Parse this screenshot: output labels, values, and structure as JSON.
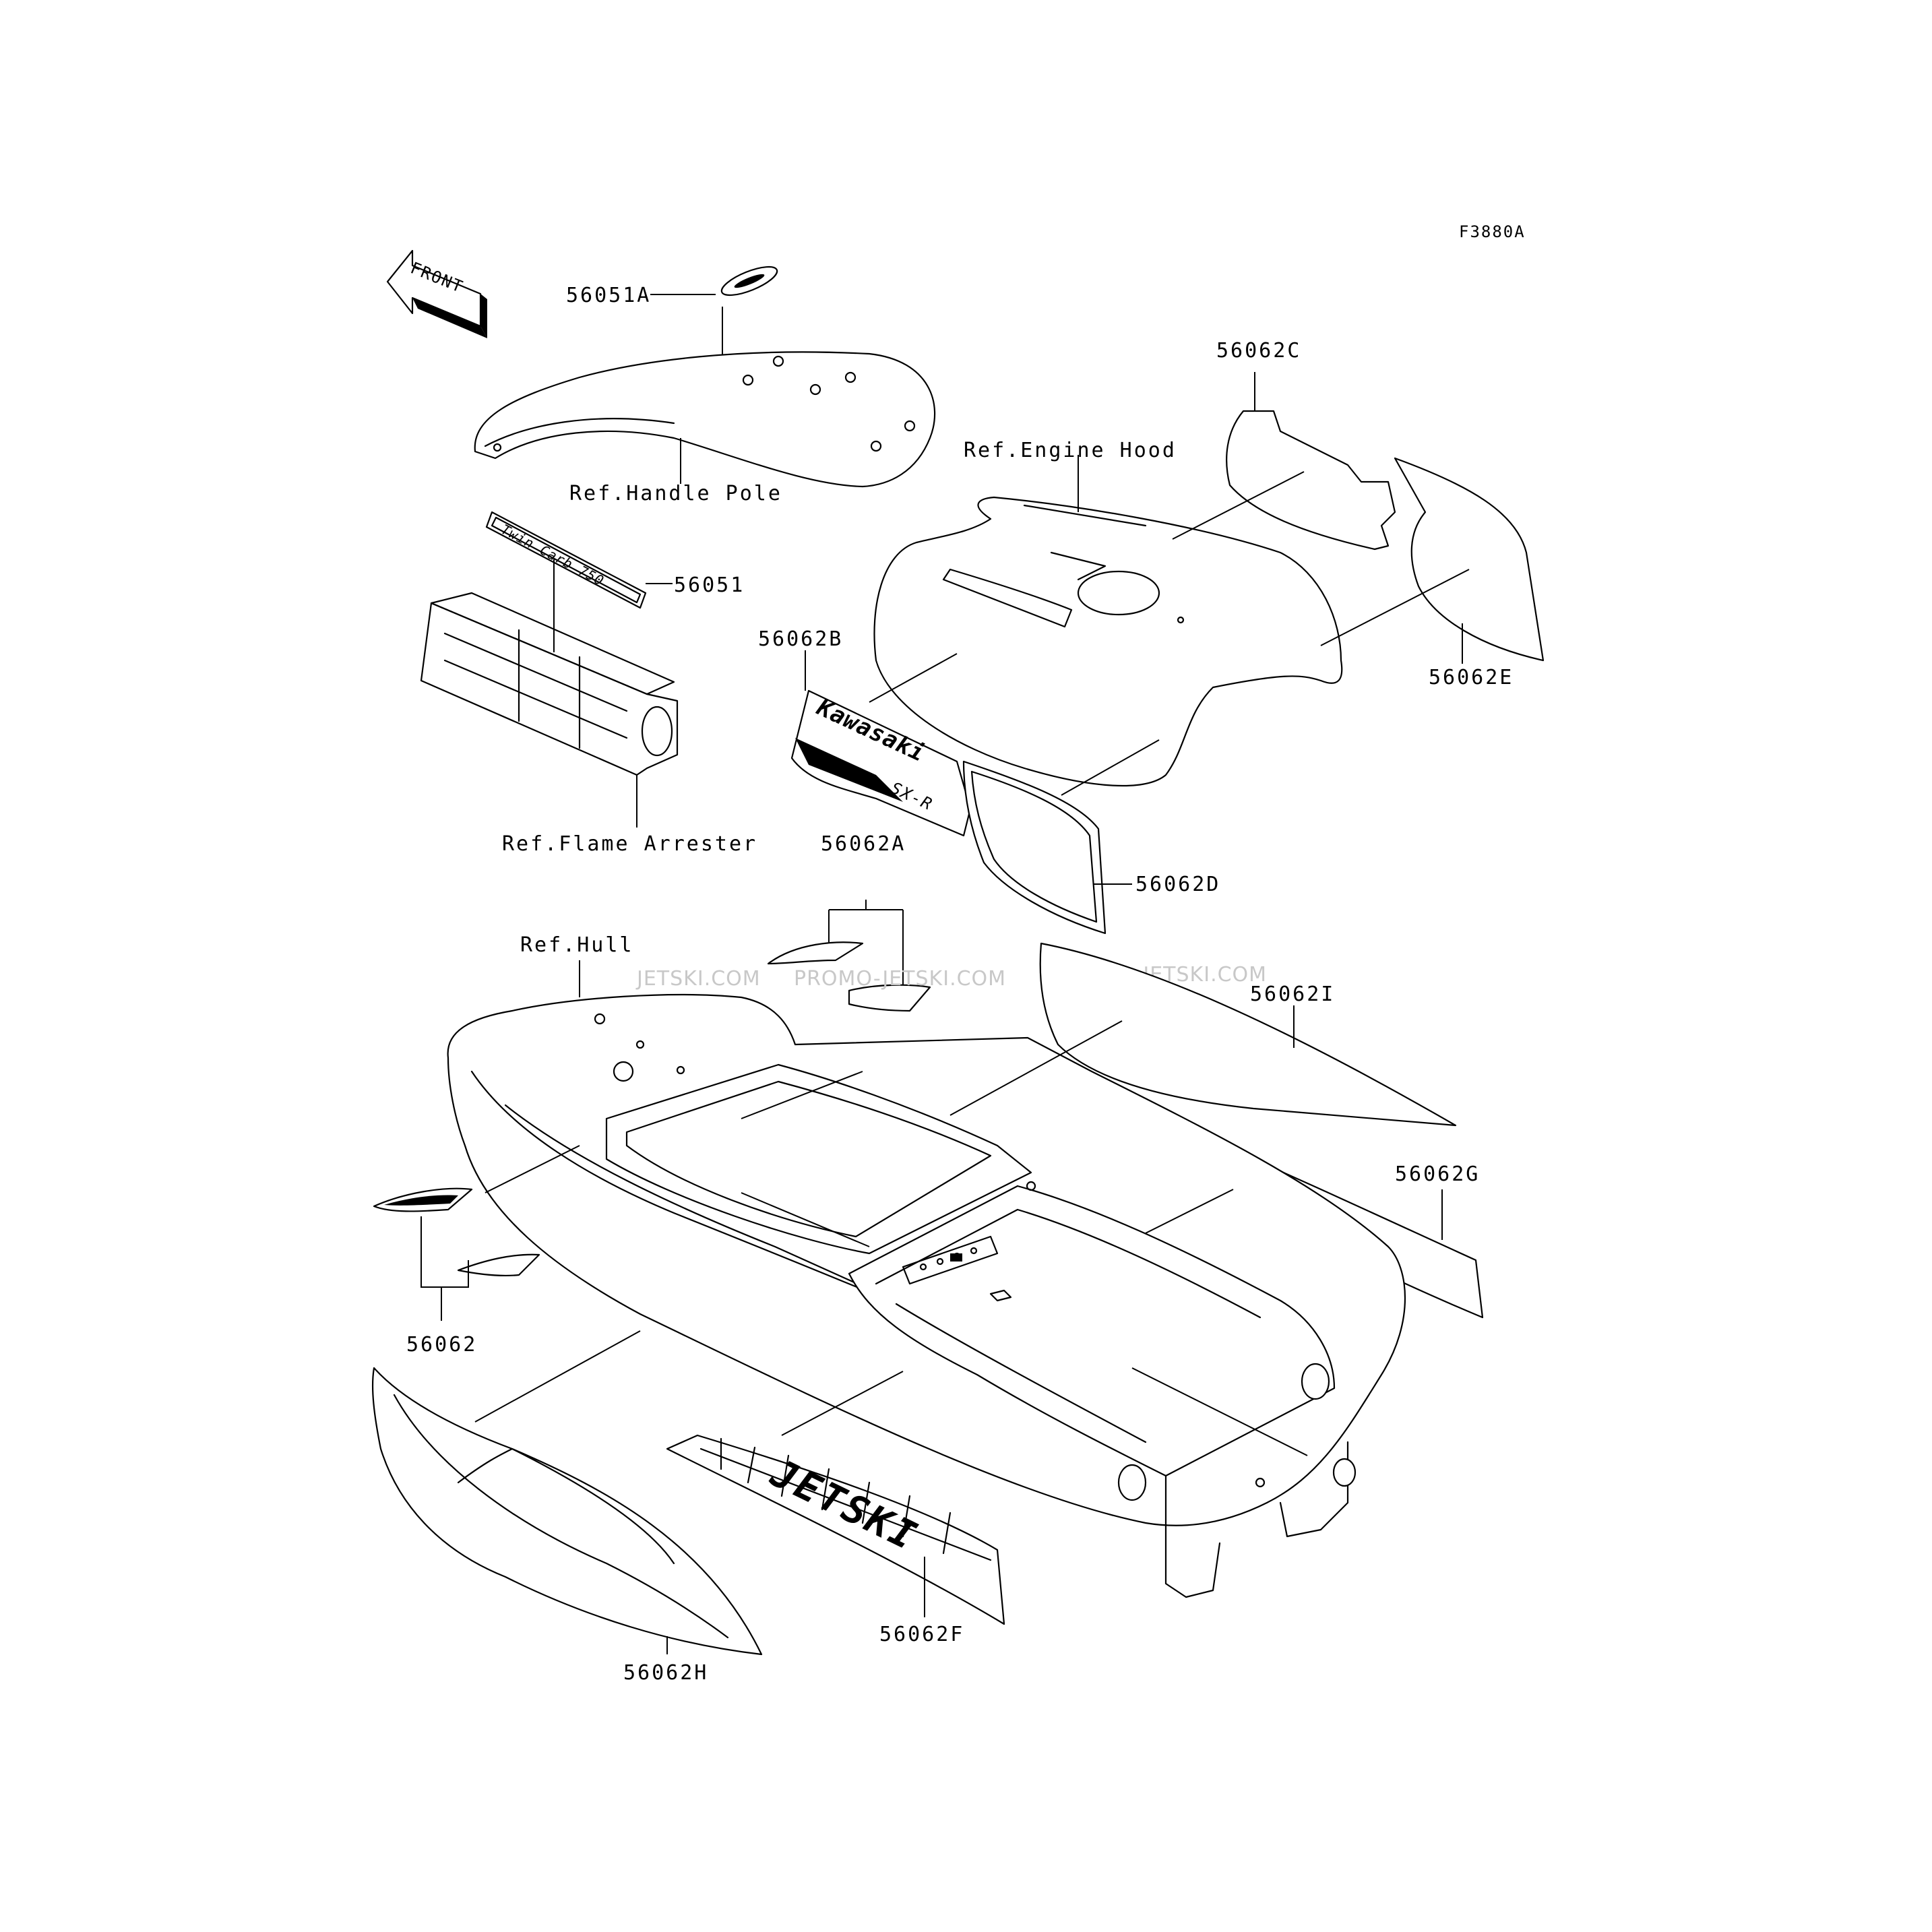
{
  "diagram_id": "F3880A",
  "front_arrow": {
    "text": "FRONT",
    "icon": "front-arrow-icon"
  },
  "refs": {
    "handle_pole": "Ref.Handle Pole",
    "engine_hood": "Ref.Engine Hood",
    "flame_arrester": "Ref.Flame Arrester",
    "hull": "Ref.Hull"
  },
  "parts": {
    "p56051A": "56051A",
    "p56051": "56051",
    "p56062C": "56062C",
    "p56062B": "56062B",
    "p56062E": "56062E",
    "p56062D": "56062D",
    "p56062A": "56062A",
    "p56062I": "56062I",
    "p56062G": "56062G",
    "p56062": "56062",
    "p56062H": "56062H",
    "p56062F": "56062F"
  },
  "decal_text": {
    "twin_carb": "Twin Carb 750",
    "kawasaki": "Kawasaki",
    "sx": "SX-R",
    "jetski": "JETSKI"
  },
  "watermarks": [
    "JETSKI.COM",
    "PROMO-JETSKI.COM",
    "PROMO-JETSKI.COM"
  ]
}
